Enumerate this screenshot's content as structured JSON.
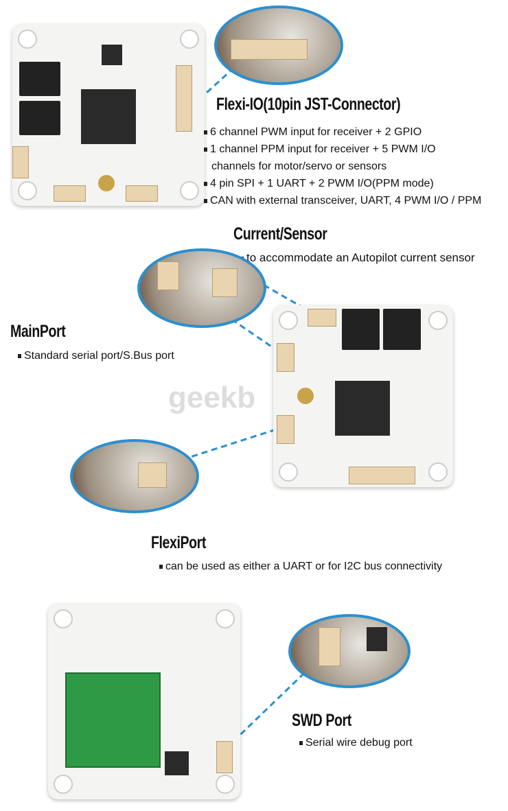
{
  "flexi_io": {
    "title": "Flexi-IO(10pin JST-Connector)",
    "bullets": [
      "6 channel PWM input for receiver + 2 GPIO",
      "1 channel PPM input for receiver + 5 PWM I/O",
      "channels for motor/servo or sensors",
      "4 pin SPI + 1 UART + 2 PWM I/O(PPM mode)",
      "CAN with external transceiver, UART, 4 PWM I/O / PPM"
    ]
  },
  "current_sensor": {
    "title": "Current/Sensor",
    "bullet": "to accommodate an Autopilot current sensor"
  },
  "mainport": {
    "title": "MainPort",
    "bullet": "Standard serial port/S.Bus port"
  },
  "flexiport": {
    "title": "FlexiPort",
    "bullet": "can be used as either a UART or for I2C bus connectivity"
  },
  "swd_port": {
    "title": "SWD Port",
    "bullet": "Serial wire debug port"
  },
  "watermark": "geekb",
  "colors": {
    "callout_blue": "#2b8fcf",
    "text": "#111111"
  }
}
